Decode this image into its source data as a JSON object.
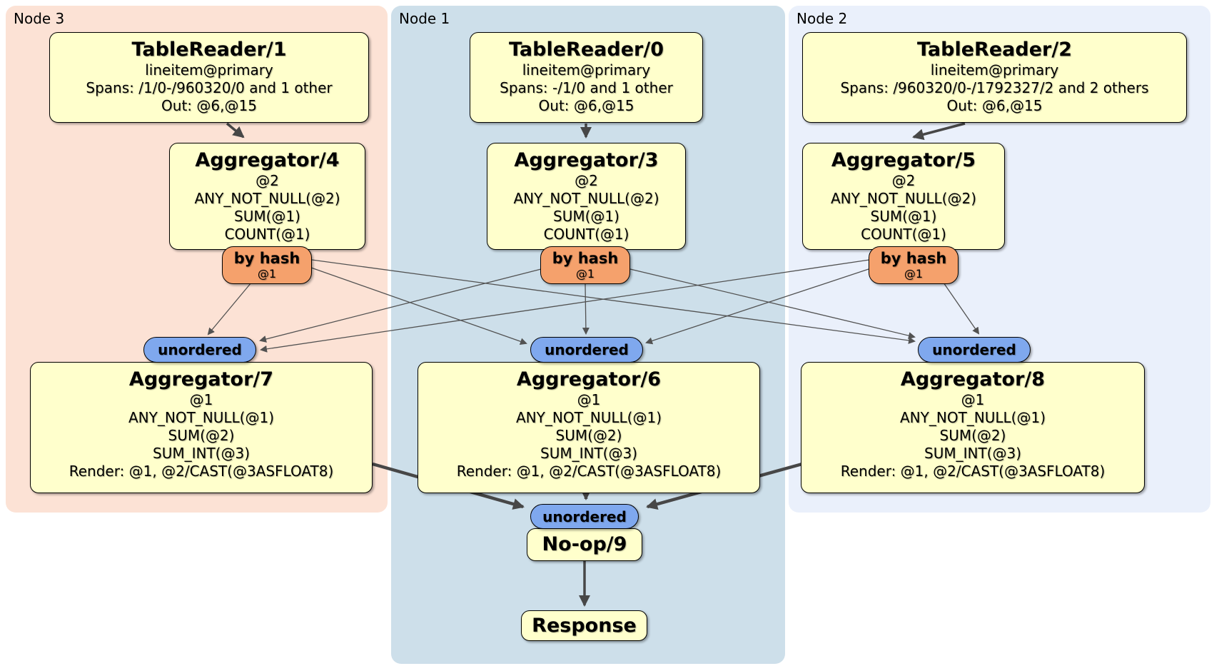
{
  "colors": {
    "region_node3_bg": "#fce2d5",
    "region_node1_bg": "#cddfea",
    "region_node2_bg": "#eaf0fb",
    "processor_fill": "#ffffcc",
    "processor_border": "#000000",
    "router_fill": "#f5a16c",
    "sync_fill": "#7fa8ee",
    "edge_color": "#474747"
  },
  "regions": [
    {
      "label": "Node 3"
    },
    {
      "label": "Node 1"
    },
    {
      "label": "Node 2"
    }
  ],
  "processors": {
    "tr1": {
      "title": "TableReader/1",
      "lines": [
        "lineitem@primary",
        "Spans: /1/0-/960320/0 and 1 other",
        "Out: @6,@15"
      ]
    },
    "agg4": {
      "title": "Aggregator/4",
      "lines": [
        "@2",
        "ANY_NOT_NULL(@2)",
        "SUM(@1)",
        "COUNT(@1)"
      ]
    },
    "agg7": {
      "title": "Aggregator/7",
      "lines": [
        "@1",
        "ANY_NOT_NULL(@1)",
        "SUM(@2)",
        "SUM_INT(@3)",
        "Render: @1, @2/CAST(@3ASFLOAT8)"
      ]
    },
    "tr0": {
      "title": "TableReader/0",
      "lines": [
        "lineitem@primary",
        "Spans: -/1/0 and 1 other",
        "Out: @6,@15"
      ]
    },
    "agg3": {
      "title": "Aggregator/3",
      "lines": [
        "@2",
        "ANY_NOT_NULL(@2)",
        "SUM(@1)",
        "COUNT(@1)"
      ]
    },
    "agg6": {
      "title": "Aggregator/6",
      "lines": [
        "@1",
        "ANY_NOT_NULL(@1)",
        "SUM(@2)",
        "SUM_INT(@3)",
        "Render: @1, @2/CAST(@3ASFLOAT8)"
      ]
    },
    "tr2": {
      "title": "TableReader/2",
      "lines": [
        "lineitem@primary",
        "Spans: /960320/0-/1792327/2 and 2 others",
        "Out: @6,@15"
      ]
    },
    "agg5": {
      "title": "Aggregator/5",
      "lines": [
        "@2",
        "ANY_NOT_NULL(@2)",
        "SUM(@1)",
        "COUNT(@1)"
      ]
    },
    "agg8": {
      "title": "Aggregator/8",
      "lines": [
        "@1",
        "ANY_NOT_NULL(@1)",
        "SUM(@2)",
        "SUM_INT(@3)",
        "Render: @1, @2/CAST(@3ASFLOAT8)"
      ]
    },
    "noop": {
      "title": "No-op/9"
    },
    "response": {
      "title": "Response"
    }
  },
  "routers": [
    {
      "label": "by hash",
      "detail": "@1"
    },
    {
      "label": "by hash",
      "detail": "@1"
    },
    {
      "label": "by hash",
      "detail": "@1"
    }
  ],
  "syncs": [
    {
      "label": "unordered"
    },
    {
      "label": "unordered"
    },
    {
      "label": "unordered"
    },
    {
      "label": "unordered"
    }
  ]
}
